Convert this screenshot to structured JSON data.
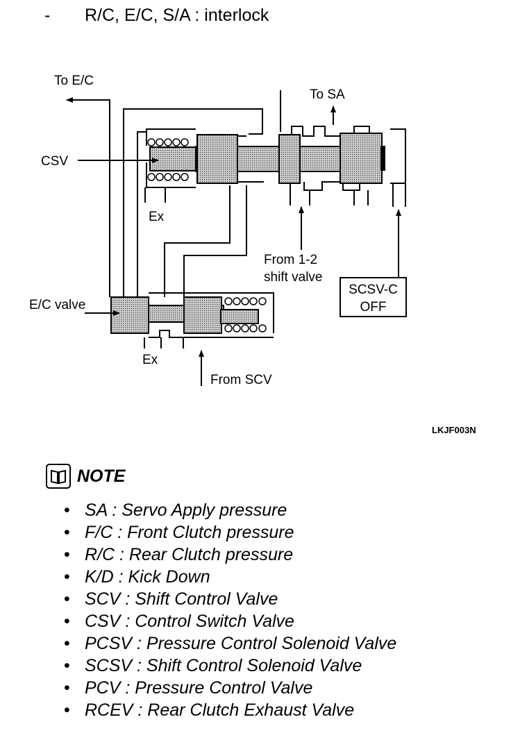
{
  "heading": {
    "bullet": "-",
    "text": "R/C, E/C, S/A : interlock"
  },
  "diagram": {
    "to_ec": "To E/C",
    "to_sa": "To SA",
    "csv": "CSV",
    "ex_top": "Ex",
    "from_12_line1": "From 1-2",
    "from_12_line2": "shift valve",
    "scsv_line1": "SCSV-C",
    "scsv_line2": "OFF",
    "ec_valve": "E/C valve",
    "ex_bottom": "Ex",
    "from_scv": "From SCV"
  },
  "figure_code": "LKJF003N",
  "note": {
    "title": "NOTE",
    "items": [
      "SA : Servo Apply pressure",
      "F/C : Front Clutch pressure",
      "R/C : Rear Clutch pressure",
      "K/D : Kick Down",
      "SCV : Shift Control Valve",
      "CSV : Control Switch Valve",
      "PCSV : Pressure Control Solenoid Valve",
      "SCSV : Shift Control Solenoid Valve",
      "PCV : Pressure Control Valve",
      "RCEV : Rear Clutch Exhaust Valve"
    ]
  }
}
